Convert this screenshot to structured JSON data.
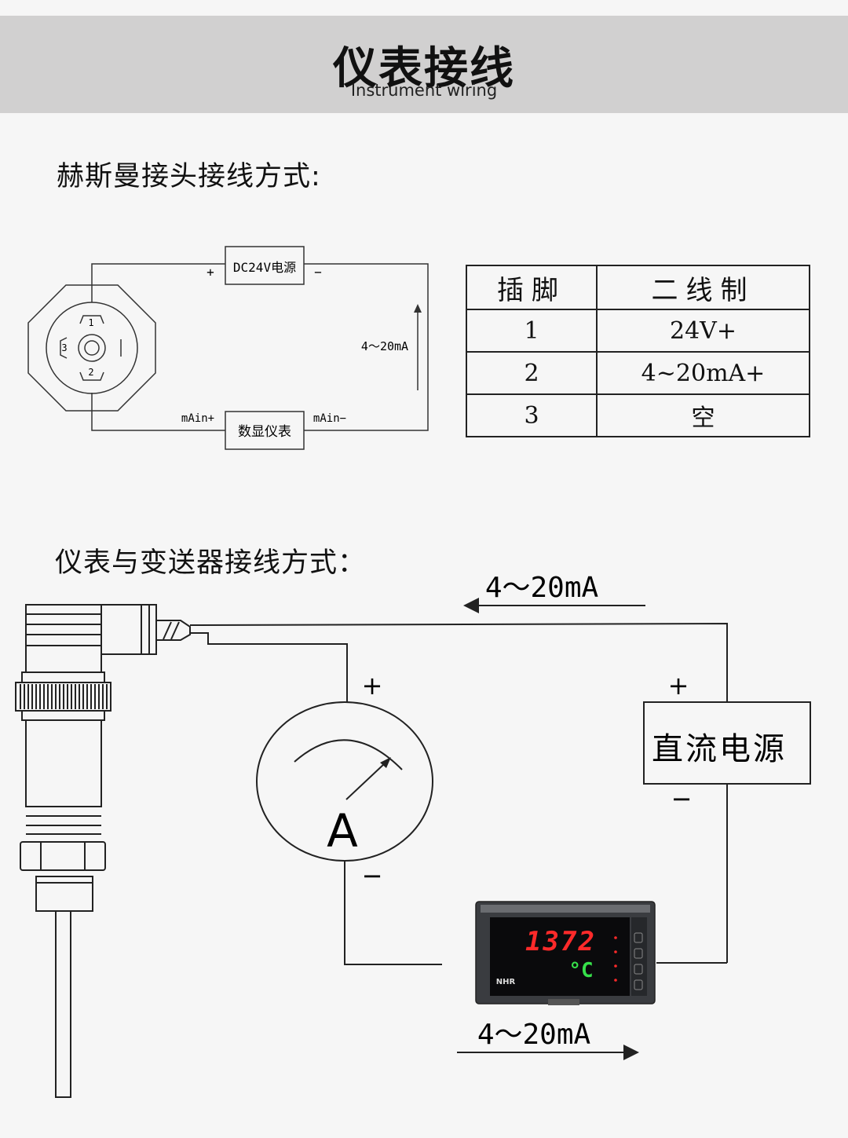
{
  "header": {
    "title": "仪表接线",
    "subtitle": "Instrument wiring"
  },
  "section1": {
    "title": "赫斯曼接头接线方式:",
    "power_box": "DC24V电源",
    "meter_box": "数显仪表",
    "plus": "+",
    "minus": "−",
    "current_label": "4～20mA",
    "min_plus": "mAin+",
    "min_minus": "mAin−",
    "pin1": "1",
    "pin2": "2",
    "pin3": "3"
  },
  "table": {
    "headers": [
      "插脚",
      "二线制"
    ],
    "rows": [
      [
        "1",
        "24V+"
      ],
      [
        "2",
        "4~20mA+"
      ],
      [
        "3",
        "空"
      ]
    ]
  },
  "section2": {
    "title": "仪表与变送器接线方式：",
    "current_top": "4～20mA",
    "current_bottom": "4～20mA",
    "ammeter_letter": "A",
    "ammeter_plus": "+",
    "ammeter_minus": "−",
    "dc_box": "直流电源",
    "dc_plus": "+",
    "dc_minus": "−",
    "display_pv": "1372",
    "display_sv": "°C",
    "display_brand": "NHR"
  },
  "colors": {
    "header_bg": "#d1d0d0",
    "led_red": "#ff2a2a",
    "led_green": "#36e04a"
  }
}
